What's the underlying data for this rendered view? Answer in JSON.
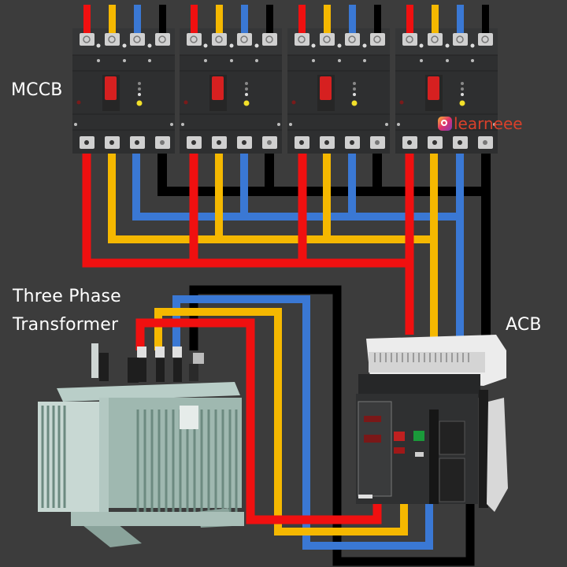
{
  "labels": {
    "mccb": "MCCB",
    "transformer_line1": "Three Phase",
    "transformer_line2": "Transformer",
    "acb": "ACB"
  },
  "watermark": {
    "text": "learneee",
    "icon": "instagram-icon"
  },
  "colors": {
    "background": "#3c3c3c",
    "phase_red": "#f01010",
    "phase_yellow": "#f5b800",
    "phase_blue": "#3a78d4",
    "neutral_black": "#000000",
    "breaker_body": "#2e2f30",
    "transformer_body": "#9fb8b0",
    "acb_body": "#2a2b2c",
    "acb_top": "#e8e8e8"
  },
  "diagram": {
    "components": [
      {
        "id": "mccb-1",
        "type": "MCCB",
        "poles": 4
      },
      {
        "id": "mccb-2",
        "type": "MCCB",
        "poles": 4
      },
      {
        "id": "mccb-3",
        "type": "MCCB",
        "poles": 4
      },
      {
        "id": "mccb-4",
        "type": "MCCB",
        "poles": 4
      },
      {
        "id": "acb",
        "type": "ACB"
      },
      {
        "id": "transformer",
        "type": "Three Phase Transformer"
      }
    ],
    "wires": [
      "R",
      "Y",
      "B",
      "N"
    ]
  }
}
